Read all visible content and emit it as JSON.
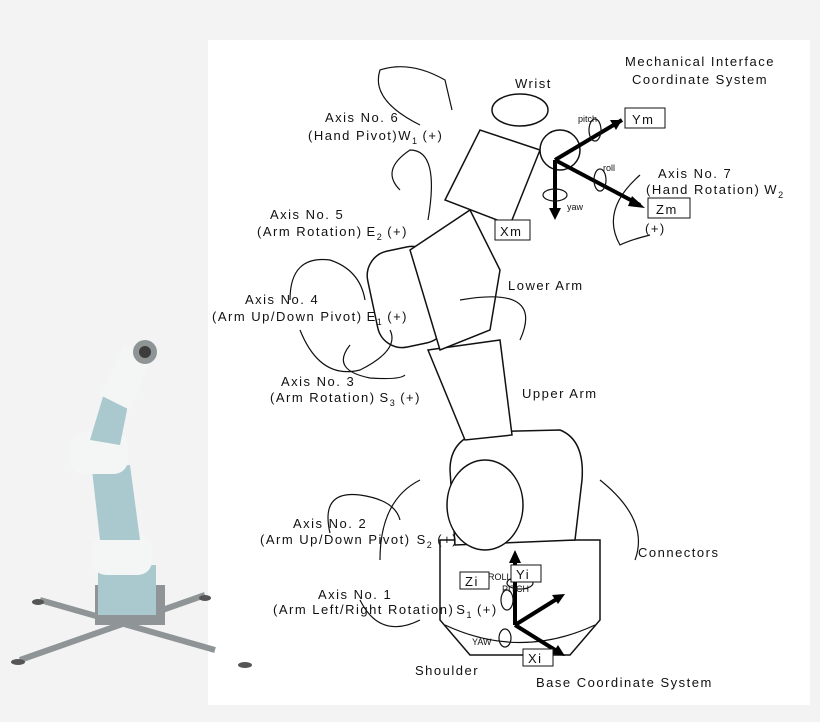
{
  "diagram": {
    "mech_title_1": "Mechanical Interface",
    "mech_title_2": "Coordinate System",
    "wrist": "Wrist",
    "lower_arm": "Lower Arm",
    "upper_arm": "Upper Arm",
    "connectors": "Connectors",
    "shoulder": "Shoulder",
    "base_coord": "Base Coordinate System",
    "axes": [
      {
        "title": "Axis No. 1",
        "desc": "(Arm Left/Right Rotation)",
        "sym": "S",
        "sub": "1",
        "sign": "(+)"
      },
      {
        "title": "Axis No. 2",
        "desc": "(Arm Up/Down Pivot)",
        "sym": "S",
        "sub": "2",
        "sign": "(+)"
      },
      {
        "title": "Axis No. 3",
        "desc": "(Arm Rotation)",
        "sym": "S",
        "sub": "3",
        "sign": "(+)"
      },
      {
        "title": "Axis No. 4",
        "desc": "(Arm Up/Down Pivot)",
        "sym": "E",
        "sub": "1",
        "sign": "(+)"
      },
      {
        "title": "Axis No. 5",
        "desc": "(Arm Rotation)",
        "sym": "E",
        "sub": "2",
        "sign": "(+)"
      },
      {
        "title": "Axis No. 6",
        "desc": "(Hand Pivot)",
        "sym": "W",
        "sub": "1",
        "sign": "(+)"
      },
      {
        "title": "Axis No. 7",
        "desc": "(Hand Rotation)",
        "sym": "W",
        "sub": "2",
        "sign": "(+)"
      }
    ],
    "mech_axes": {
      "x": "Xm",
      "y": "Ym",
      "z": "Zm",
      "pitch": "pitch",
      "roll": "roll",
      "yaw": "yaw"
    },
    "base_axes": {
      "x": "Xi",
      "y": "Yi",
      "z": "Zi",
      "pitch": "PITCH",
      "roll": "ROLL",
      "yaw": "YAW"
    }
  },
  "colors": {
    "robot_photo": "#a9c9cf",
    "robot_white": "#f4f6f6",
    "base_gray": "#9aa0a2"
  }
}
